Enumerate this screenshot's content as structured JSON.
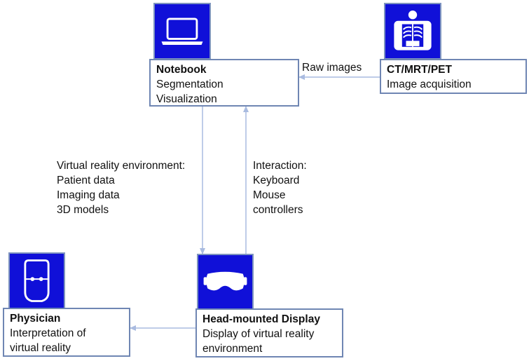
{
  "colors": {
    "tile_fill": "#1010d8",
    "tile_border": "#7e94bf",
    "box_border": "#6f86b3",
    "arrow": "#a9bbe0",
    "icon_white": "#ffffff"
  },
  "nodes": {
    "notebook": {
      "icon": "laptop-icon",
      "title": "Notebook",
      "lines": [
        "Segmentation",
        "Visualization"
      ]
    },
    "scanner": {
      "icon": "xray-patient-icon",
      "title": "CT/MRT/PET",
      "lines": [
        "Image acquisition"
      ]
    },
    "hmd": {
      "icon": "vr-headset-icon",
      "title": "Head-mounted Display",
      "lines": [
        "Display of virtual reality",
        "environment"
      ]
    },
    "physician": {
      "icon": "physician-face-icon",
      "title": "Physician",
      "lines": [
        "Interpretation of",
        "virtual reality"
      ]
    }
  },
  "edges": {
    "raw_images": {
      "label": "Raw images"
    },
    "vr_environment": {
      "lines": [
        "Virtual reality environment:",
        "Patient data",
        "Imaging data",
        "3D models"
      ]
    },
    "interaction": {
      "lines": [
        "Interaction:",
        "Keyboard",
        "Mouse",
        "controllers"
      ]
    }
  }
}
